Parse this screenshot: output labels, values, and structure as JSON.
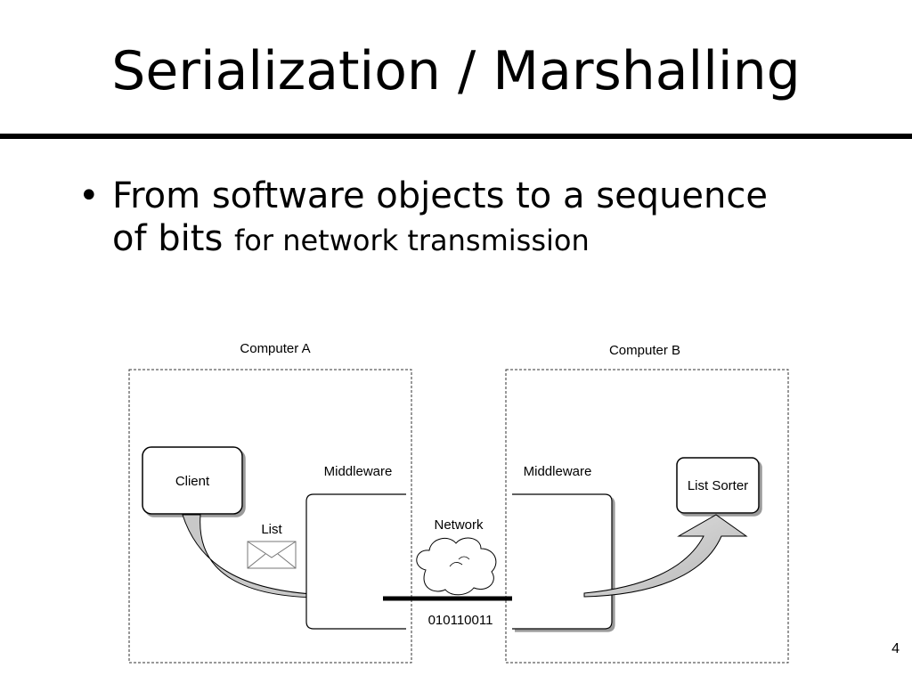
{
  "slide": {
    "title": "Serialization / Marshalling",
    "bullet_line1": "From software objects to a sequence",
    "bullet_line2_main": "of bits",
    "bullet_line2_small": "for network transmission",
    "page_number": "4"
  },
  "diagram": {
    "computer_a_label": "Computer A",
    "computer_b_label": "Computer B",
    "client_label": "Client",
    "list_label": "List",
    "middleware_a_label": "Middleware",
    "middleware_b_label": "Middleware",
    "network_label": "Network",
    "bits_label": "010110011",
    "list_sorter_label": "List Sorter",
    "icons": [
      "envelope-icon",
      "cloud-icon",
      "curved-arrow-icon",
      "straight-arrow-icon"
    ]
  }
}
